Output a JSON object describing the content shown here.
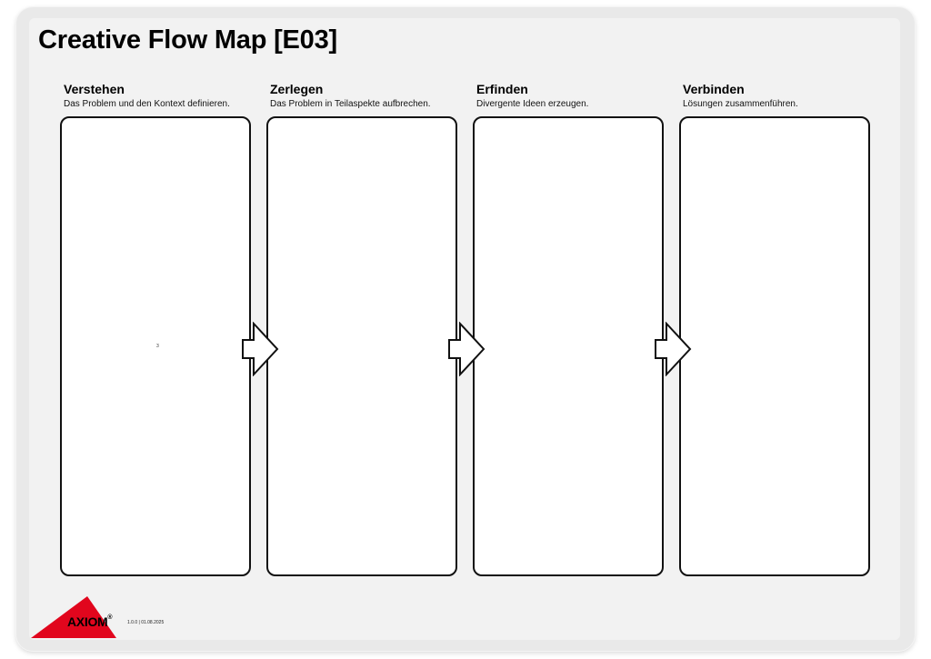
{
  "document": {
    "title": "Creative Flow Map [E03]"
  },
  "columns": [
    {
      "title": "Verstehen",
      "description": "Das Problem und den Kontext definieren.",
      "note": "3"
    },
    {
      "title": "Zerlegen",
      "description": "Das Problem in Teilaspekte aufbrechen.",
      "note": ""
    },
    {
      "title": "Erfinden",
      "description": "Divergente Ideen erzeugen.",
      "note": ""
    },
    {
      "title": "Verbinden",
      "description": "Lösungen zusammenführen.",
      "note": ""
    }
  ],
  "footer": {
    "logo": "AXIOM",
    "logo_mark": "®",
    "version": "1.0.0  |  01.08.2025"
  },
  "colors": {
    "logo_red": "#e1061d",
    "border": "#111111",
    "sheet_bg": "#f2f2f2"
  },
  "icons": {
    "flow_arrow": "arrow-right-outline-icon",
    "logo": "red-triangle-logo"
  }
}
